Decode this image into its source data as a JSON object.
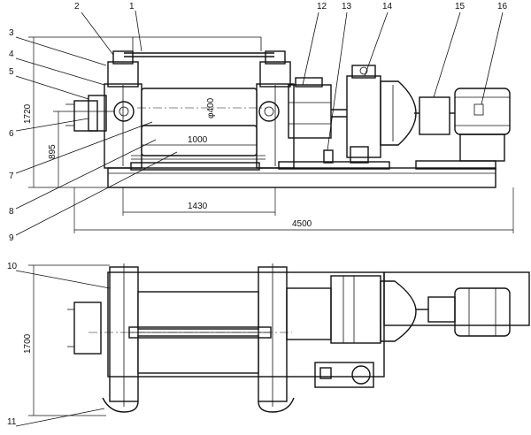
{
  "callouts": [
    "1",
    "2",
    "3",
    "4",
    "5",
    "6",
    "7",
    "8",
    "9",
    "10",
    "11",
    "12",
    "13",
    "14",
    "15",
    "16"
  ],
  "dimensions": {
    "overall_length": "4500",
    "frame_spacing": "1430",
    "roll_length": "1000",
    "roll_diameter": "φ400",
    "overall_height": "1720",
    "roll_center_height": "895",
    "plan_width": "1700"
  },
  "colors": {
    "ink": "#111111",
    "paper": "#ffffff"
  }
}
